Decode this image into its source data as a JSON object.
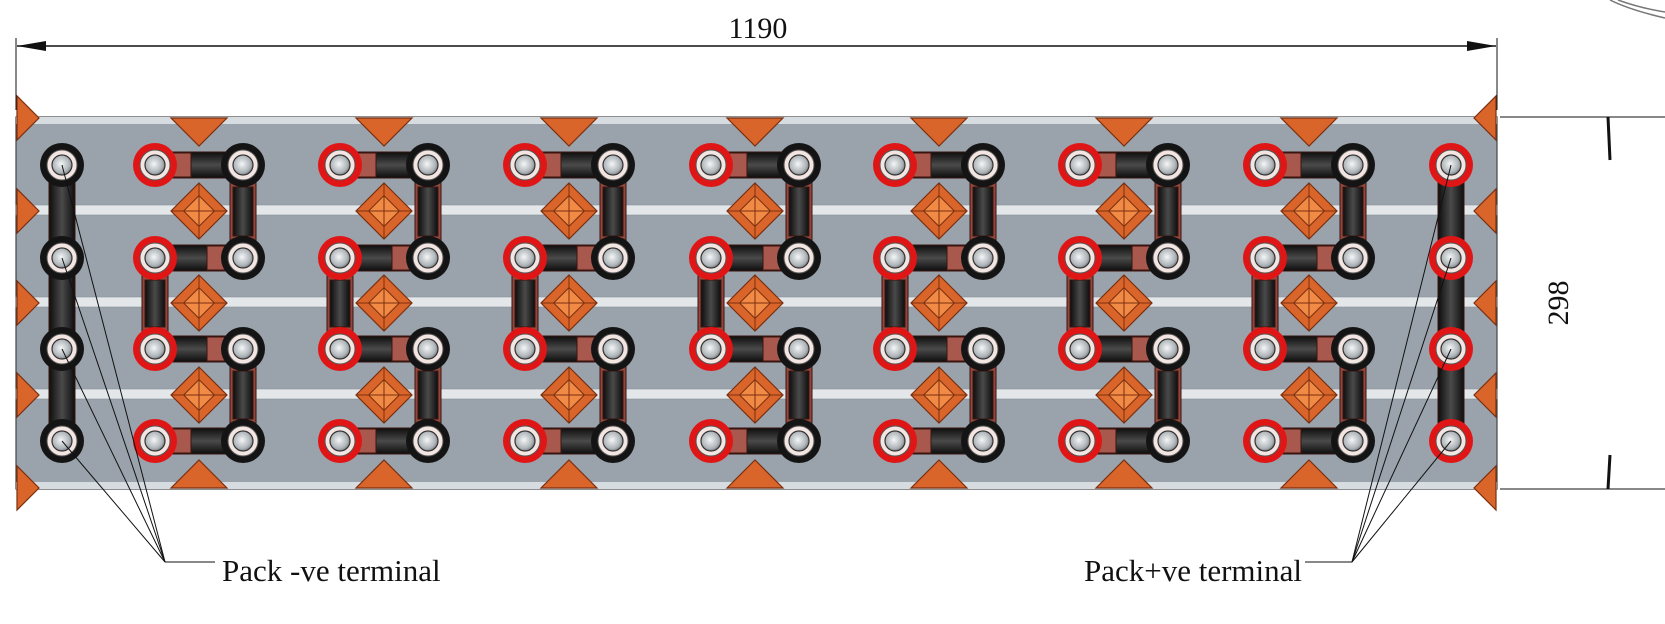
{
  "dimensions": {
    "width_label": "1190",
    "height_label": "298"
  },
  "labels": {
    "neg_terminal": "Pack -ve terminal",
    "pos_terminal": "Pack+ve terminal"
  },
  "layout_info": {
    "cell_columns": 16,
    "cell_rows": 4,
    "module_count": 7
  },
  "colors": {
    "plate": "#9aa3ab",
    "rail": "#dde2e6",
    "busbar": "#a8584d",
    "busbar_dark": "#6e2e27",
    "black_link": "#1c1c1c",
    "positive_ring": "#e01616",
    "negative_ring": "#141414",
    "spacer": "#d9652a"
  }
}
